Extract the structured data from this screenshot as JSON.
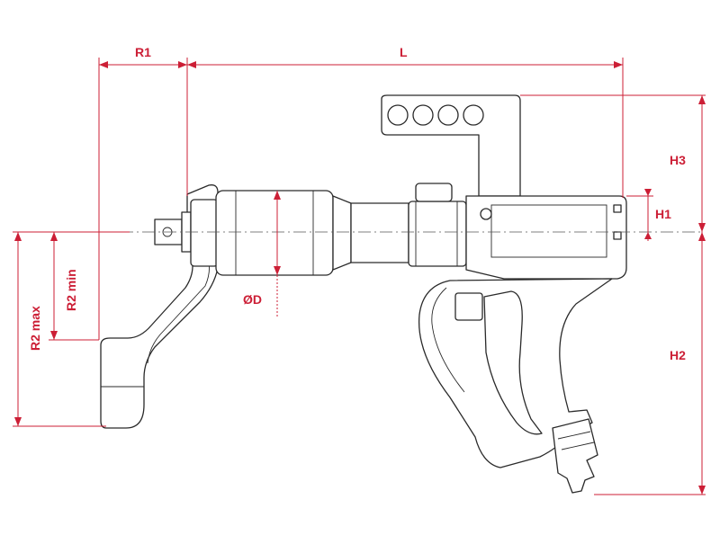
{
  "labels": {
    "r1": "R1",
    "l": "L",
    "h3": "H3",
    "h1": "H1",
    "h2": "H2",
    "od": "ØD",
    "r2_min": "R2 min",
    "r2_max": "R2 max"
  },
  "colors": {
    "dimension": "#cc1f36",
    "outline": "#2a2a2a",
    "background": "#ffffff"
  }
}
